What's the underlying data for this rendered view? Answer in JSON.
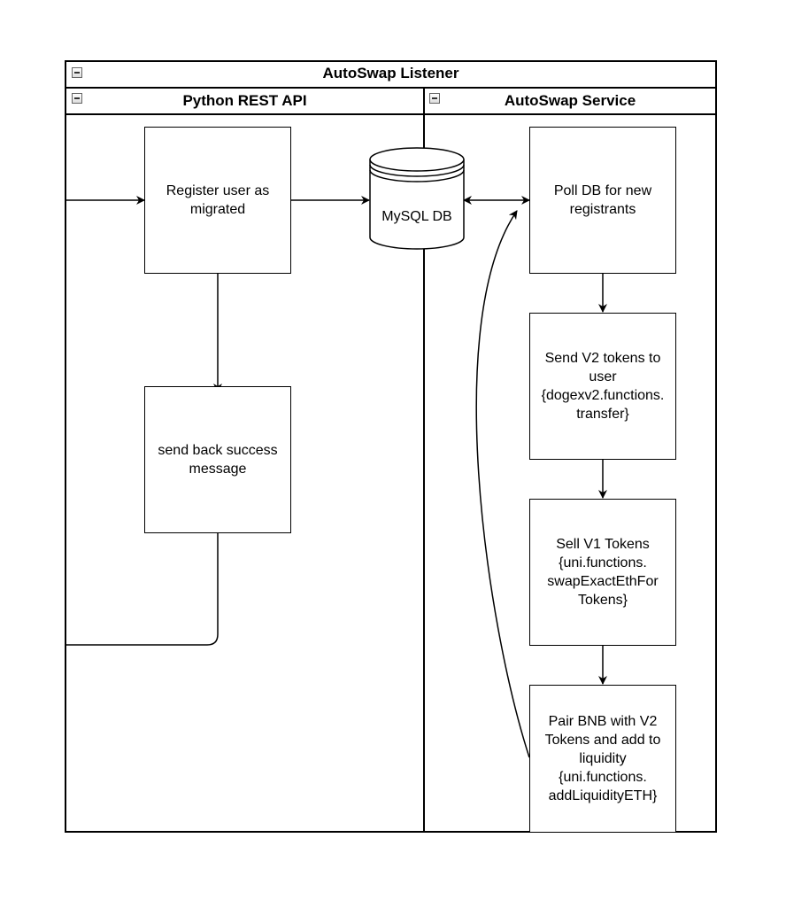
{
  "container": {
    "title": "AutoSwap Listener"
  },
  "lanes": [
    {
      "title": "Python REST API"
    },
    {
      "title": "AutoSwap Service"
    }
  ],
  "nodes": {
    "register": {
      "label": "Register user as\nmigrated"
    },
    "send_back": {
      "label": "send back success\nmessage"
    },
    "db": {
      "label": "MySQL DB"
    },
    "poll": {
      "label": "Poll  DB for new\nregistrants"
    },
    "send_v2": {
      "label": "Send V2 tokens to\nuser\n{dogexv2.functions.\ntransfer}"
    },
    "sell_v1": {
      "label": "Sell V1 Tokens\n{uni.functions.\nswapExactEthFor\nTokens}"
    },
    "pair_bnb": {
      "label": "Pair BNB with V2\nTokens and add to\nliquidity\n{uni.functions.\naddLiquidityETH}"
    }
  }
}
